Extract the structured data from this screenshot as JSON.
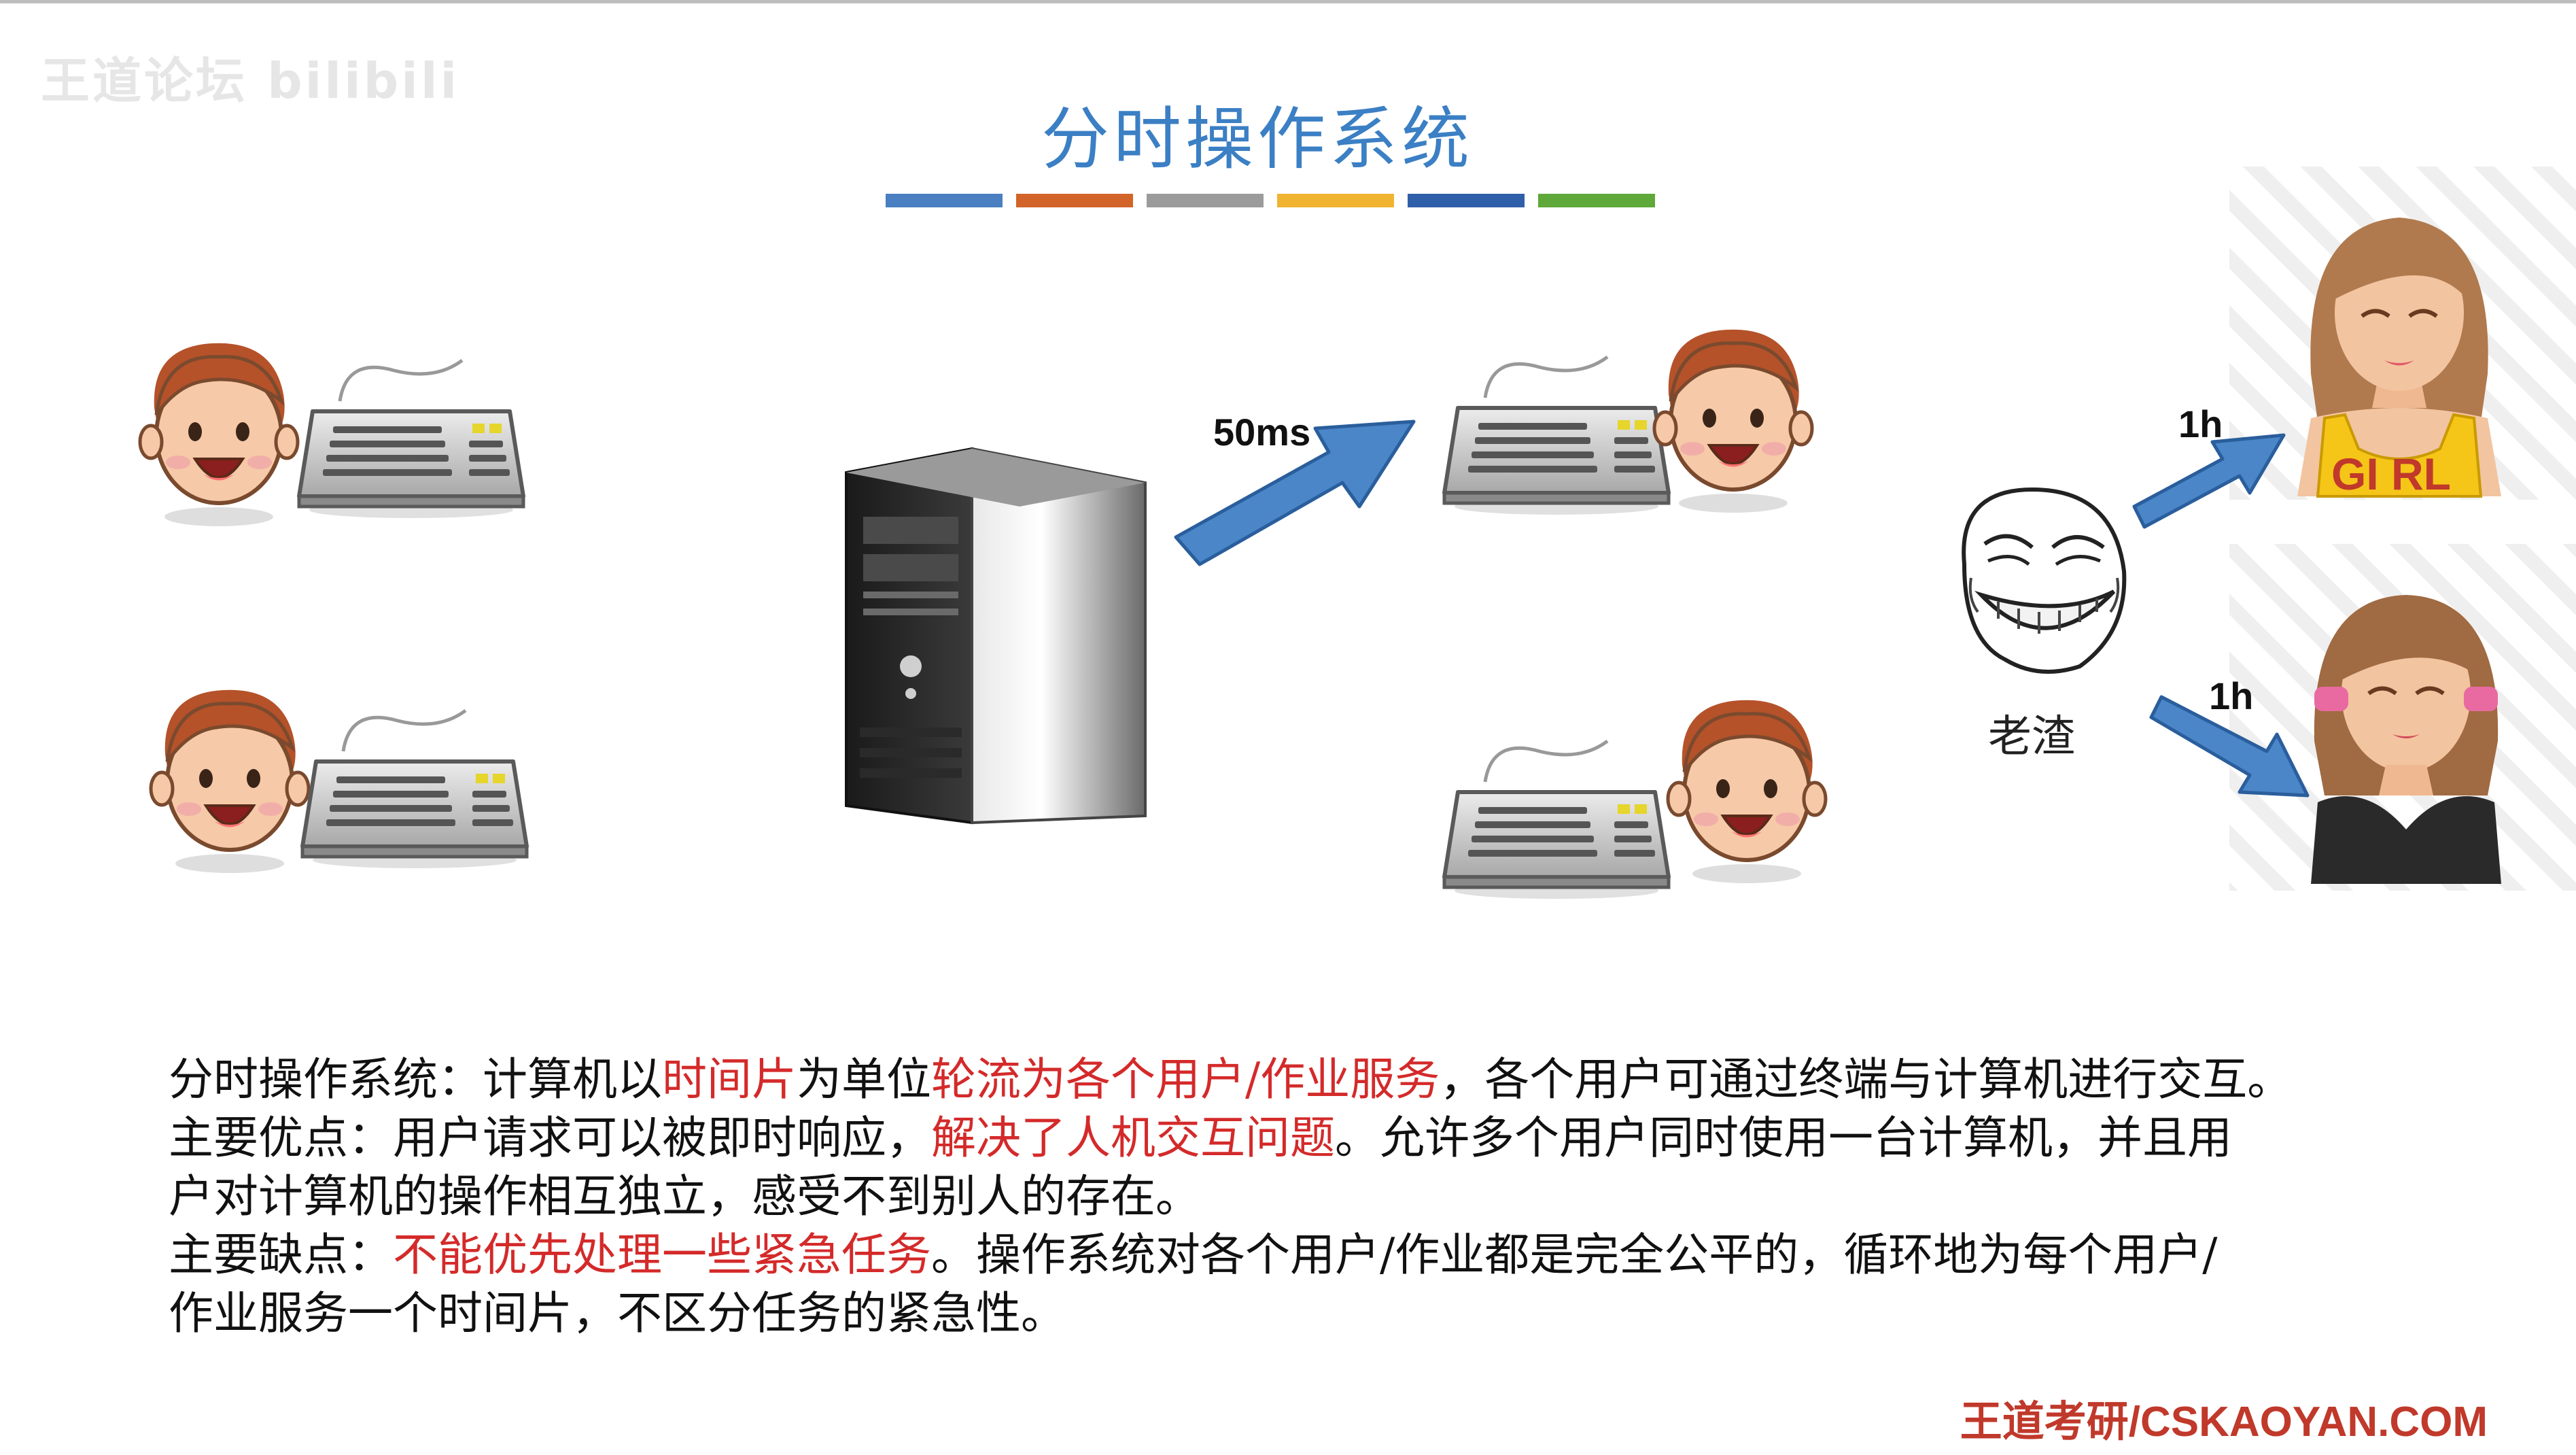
{
  "watermark": "王道论坛 bilibili",
  "title": "分时操作系统",
  "color_bar": [
    "#4a7fc1",
    "#d2642a",
    "#9b9b9b",
    "#f0b430",
    "#2f5fa8",
    "#5fa83a"
  ],
  "labels": {
    "arrow_main": "50ms",
    "arrow_girl": "1h",
    "arrow_woman": "1h",
    "scumbag": "老渣",
    "girl_shirt": "GI RL"
  },
  "description": {
    "line1": [
      {
        "text": "分时操作系统：计算机以",
        "hl": false
      },
      {
        "text": "时间片",
        "hl": true
      },
      {
        "text": "为单位",
        "hl": false
      },
      {
        "text": "轮流为各个用户/作业服务",
        "hl": true
      },
      {
        "text": "，各个用户可通过终端与计算机进行交互。",
        "hl": false
      }
    ],
    "line2": [
      {
        "text": "主要优点：用户请求可以被即时响应，",
        "hl": false
      },
      {
        "text": "解决了人机交互问题",
        "hl": true
      },
      {
        "text": "。允许多个用户同时使用一台计算机，并且用",
        "hl": false
      }
    ],
    "line3": [
      {
        "text": "户对计算机的操作相互独立，感受不到别人的存在。",
        "hl": false
      }
    ],
    "line4": [
      {
        "text": "主要缺点：",
        "hl": false
      },
      {
        "text": "不能优先处理一些紧急任务",
        "hl": true
      },
      {
        "text": "。操作系统对各个用户/作业都是完全公平的，循环地为每个用户/",
        "hl": false
      }
    ],
    "line5": [
      {
        "text": "作业服务一个时间片，不区分任务的紧急性。",
        "hl": false
      }
    ]
  },
  "footer": "王道考研/CSKAOYAN.COM"
}
